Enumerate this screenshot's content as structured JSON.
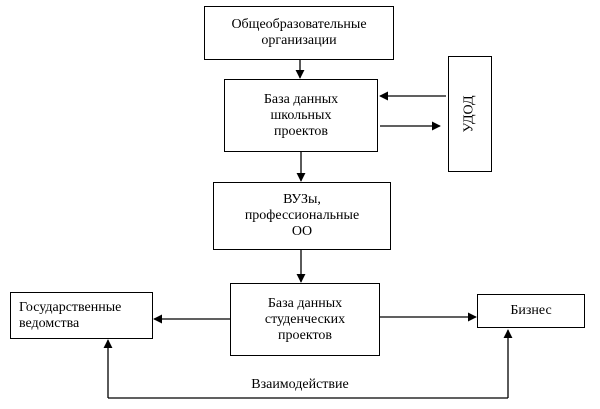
{
  "nodes": {
    "organizations": "Общеобразовательные\nорганизации",
    "school_db": "База данных\nшкольных\nпроектов",
    "udod": "УДОД",
    "universities": "ВУЗы,\nпрофессиональные\nОО",
    "student_db": "База данных\nстуденческих\nпроектов",
    "government": "Государственные\nведомства",
    "business": "Бизнес"
  },
  "edges": {
    "interaction_label": "Взаимодействие"
  }
}
